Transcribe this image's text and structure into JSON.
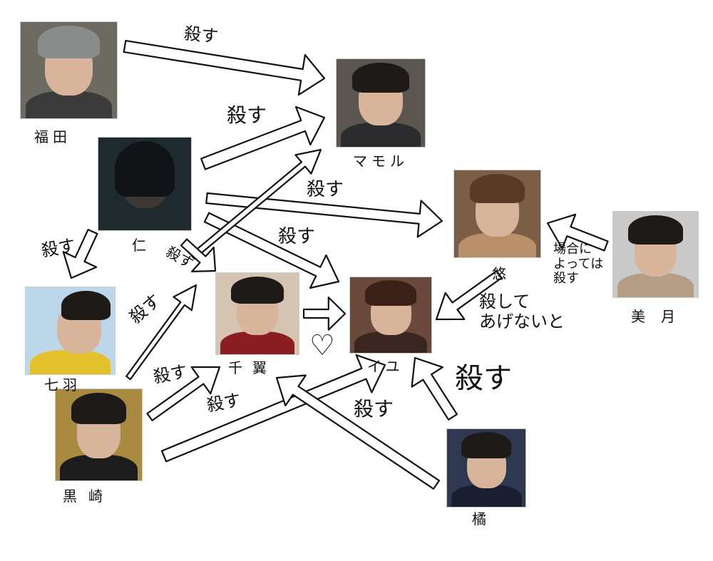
{
  "characters": {
    "fukuda": {
      "name": "福田"
    },
    "mamoru": {
      "name": "マモル"
    },
    "jin": {
      "name": "仁"
    },
    "haruka": {
      "name": "悠"
    },
    "mizuki": {
      "name": "美月"
    },
    "nanaha": {
      "name": "七羽"
    },
    "chihiro": {
      "name": "千翼"
    },
    "iyu": {
      "name": "イユ"
    },
    "kurosaki": {
      "name": "黒崎"
    },
    "tachibana": {
      "name": "橘"
    }
  },
  "labels": {
    "kill": "殺す",
    "kill_if_needed_1": "場合に",
    "kill_if_needed_2": "よっては",
    "kill_if_needed_3": "殺す",
    "must_kill_1": "殺して",
    "must_kill_2": "あげないと",
    "heart": "♡"
  },
  "relations": [
    {
      "from": "福田",
      "to": "マモル",
      "label": "殺す"
    },
    {
      "from": "仁",
      "to": "マモル",
      "label": "殺す"
    },
    {
      "from": "仁",
      "to": "悠",
      "label": "殺す"
    },
    {
      "from": "仁",
      "to": "イユ",
      "label": "殺す"
    },
    {
      "from": "仁",
      "to": "七羽",
      "label": "殺す"
    },
    {
      "from": "仁",
      "to": "千翼",
      "label": "殺す"
    },
    {
      "from": "黒崎",
      "to": "千翼",
      "label": "殺す"
    },
    {
      "from": "黒崎",
      "to": "イユ",
      "label": "殺す"
    },
    {
      "from": "橘",
      "to": "千翼",
      "label": "殺す"
    },
    {
      "from": "橘",
      "to": "イユ",
      "label": "殺す"
    },
    {
      "from": "悠",
      "to": "イユ",
      "label": "殺してあげないと"
    },
    {
      "from": "美月",
      "to": "悠",
      "label": "場合によっては殺す"
    },
    {
      "from": "千翼",
      "to": "イユ",
      "label": "♡"
    }
  ]
}
